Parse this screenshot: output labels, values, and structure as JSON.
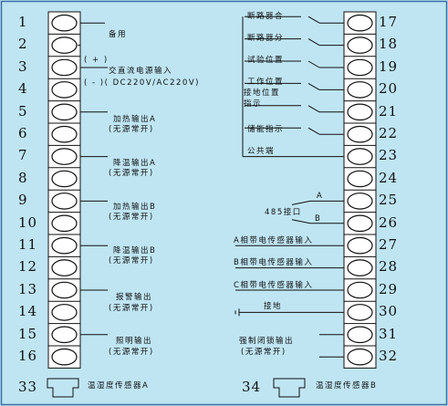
{
  "frame_color": "#3a6ea5",
  "background": "#bfe5f3",
  "left_terminals": [
    "1",
    "2",
    "3",
    "4",
    "5",
    "6",
    "7",
    "8",
    "9",
    "10",
    "11",
    "12",
    "13",
    "14",
    "15",
    "16"
  ],
  "right_terminals": [
    "17",
    "18",
    "19",
    "20",
    "21",
    "22",
    "23",
    "24",
    "25",
    "26",
    "27",
    "28",
    "29",
    "30",
    "31",
    "32"
  ],
  "bottom": {
    "left_num": "33",
    "left_label": "温湿度传感器A",
    "right_num": "34",
    "right_label": "温湿度传感器B"
  },
  "left_labels": {
    "spare": "备用",
    "power_plus": "( + )",
    "power_title": "交直流电源输入",
    "power_minus": "( - )( DC220V/AC220V)",
    "heat_a_1": "加热输出A",
    "heat_a_2": "(无源常开)",
    "cool_a_1": "降温输出A",
    "cool_a_2": "(无源常开)",
    "heat_b_1": "加热输出B",
    "heat_b_2": "(无源常开)",
    "cool_b_1": "降温输出B",
    "cool_b_2": "(无源常开)",
    "alarm_1": "报警输出",
    "alarm_2": "(无源常开)",
    "light_1": "照明输出",
    "light_2": "(无源常开)"
  },
  "right_labels": {
    "breaker_close": "断路器合",
    "breaker_open": "断路器分",
    "test_pos": "试验位置",
    "work_pos": "工作位置",
    "grounding_1": "接地位置",
    "grounding_2": "指示",
    "energy": "储能指示",
    "common": "公共端",
    "rs485": "485接口",
    "rs485_a": "A",
    "rs485_b": "B",
    "sensor_a": "A相带电传感器输入",
    "sensor_b": "B相带电传感器输入",
    "sensor_c": "C相带电传感器输入",
    "ground": "接地",
    "lock_1": "强制闭锁输出",
    "lock_2": "(无源常开)"
  }
}
